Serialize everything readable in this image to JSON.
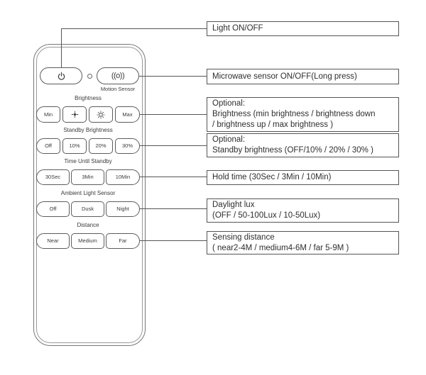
{
  "remote": {
    "power_button": {
      "icon": "power-icon"
    },
    "indicator": {
      "icon": "led-dot"
    },
    "motion_button": {
      "glyph": "((o))",
      "label": "Motion Sensor",
      "icon": "motion-waves-icon"
    },
    "sections": [
      {
        "title": "Brightness",
        "buttons": [
          {
            "label": "Min"
          },
          {
            "icon": "brightness-down-icon"
          },
          {
            "icon": "brightness-up-icon"
          },
          {
            "label": "Max"
          }
        ]
      },
      {
        "title": "Standby Brightness",
        "buttons": [
          {
            "label": "Off"
          },
          {
            "label": "10%"
          },
          {
            "label": "20%"
          },
          {
            "label": "30%"
          }
        ]
      },
      {
        "title": "Time Until Standby",
        "buttons": [
          {
            "label": "30Sec"
          },
          {
            "label": "3Min"
          },
          {
            "label": "10Min"
          }
        ]
      },
      {
        "title": "Ambient Light Sensor",
        "buttons": [
          {
            "label": "Off"
          },
          {
            "label": "Dusk"
          },
          {
            "label": "Night"
          }
        ]
      },
      {
        "title": "Distance",
        "buttons": [
          {
            "label": "Near"
          },
          {
            "label": "Medium"
          },
          {
            "label": "Far"
          }
        ]
      }
    ]
  },
  "callouts": [
    {
      "lines": [
        "Light ON/OFF"
      ]
    },
    {
      "lines": [
        "Microwave sensor ON/OFF(Long press)"
      ]
    },
    {
      "lines": [
        "Optional:",
        "Brightness (min brightness / brightness down",
        "/ brightness up / max brightness )"
      ]
    },
    {
      "lines": [
        "Optional:",
        "Standby brightness (OFF/10% / 20% / 30% )"
      ]
    },
    {
      "lines": [
        "Hold time (30Sec / 3Min / 10Min)"
      ]
    },
    {
      "lines": [
        "Daylight lux",
        "(OFF / 50-100Lux / 10-50Lux)"
      ]
    },
    {
      "lines": [
        "Sensing distance",
        "( near2-4M / medium4-6M / far 5-9M )"
      ]
    }
  ],
  "colors": {
    "line": "#555555",
    "border": "#5c5c5c",
    "text": "#333333",
    "background": "#ffffff"
  }
}
